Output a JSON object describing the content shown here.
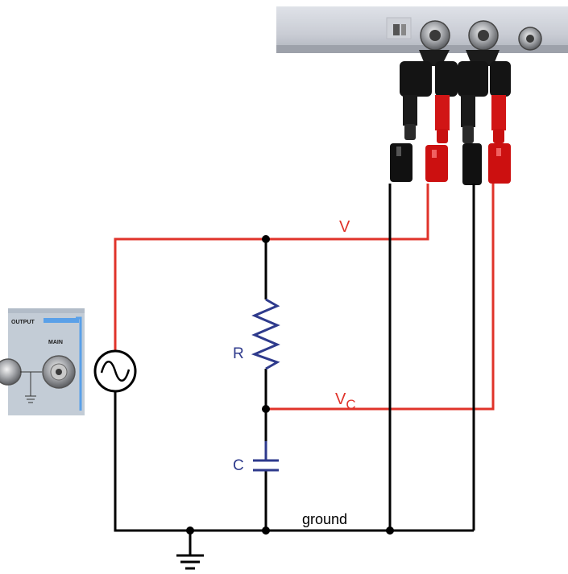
{
  "labels": {
    "v": "V",
    "vc_main": "V",
    "vc_sub": "C",
    "resistor": "R",
    "capacitor": "C",
    "ground": "ground"
  },
  "generator_panel": {
    "output": "OUTPUT",
    "main": "MAIN"
  },
  "colors": {
    "signal_wire": "#e0332a",
    "component": "#2e3a8c",
    "ground_wire": "#000000"
  },
  "icons": {
    "ac_source": "ac-source-icon",
    "ground": "ground-symbol-icon"
  }
}
